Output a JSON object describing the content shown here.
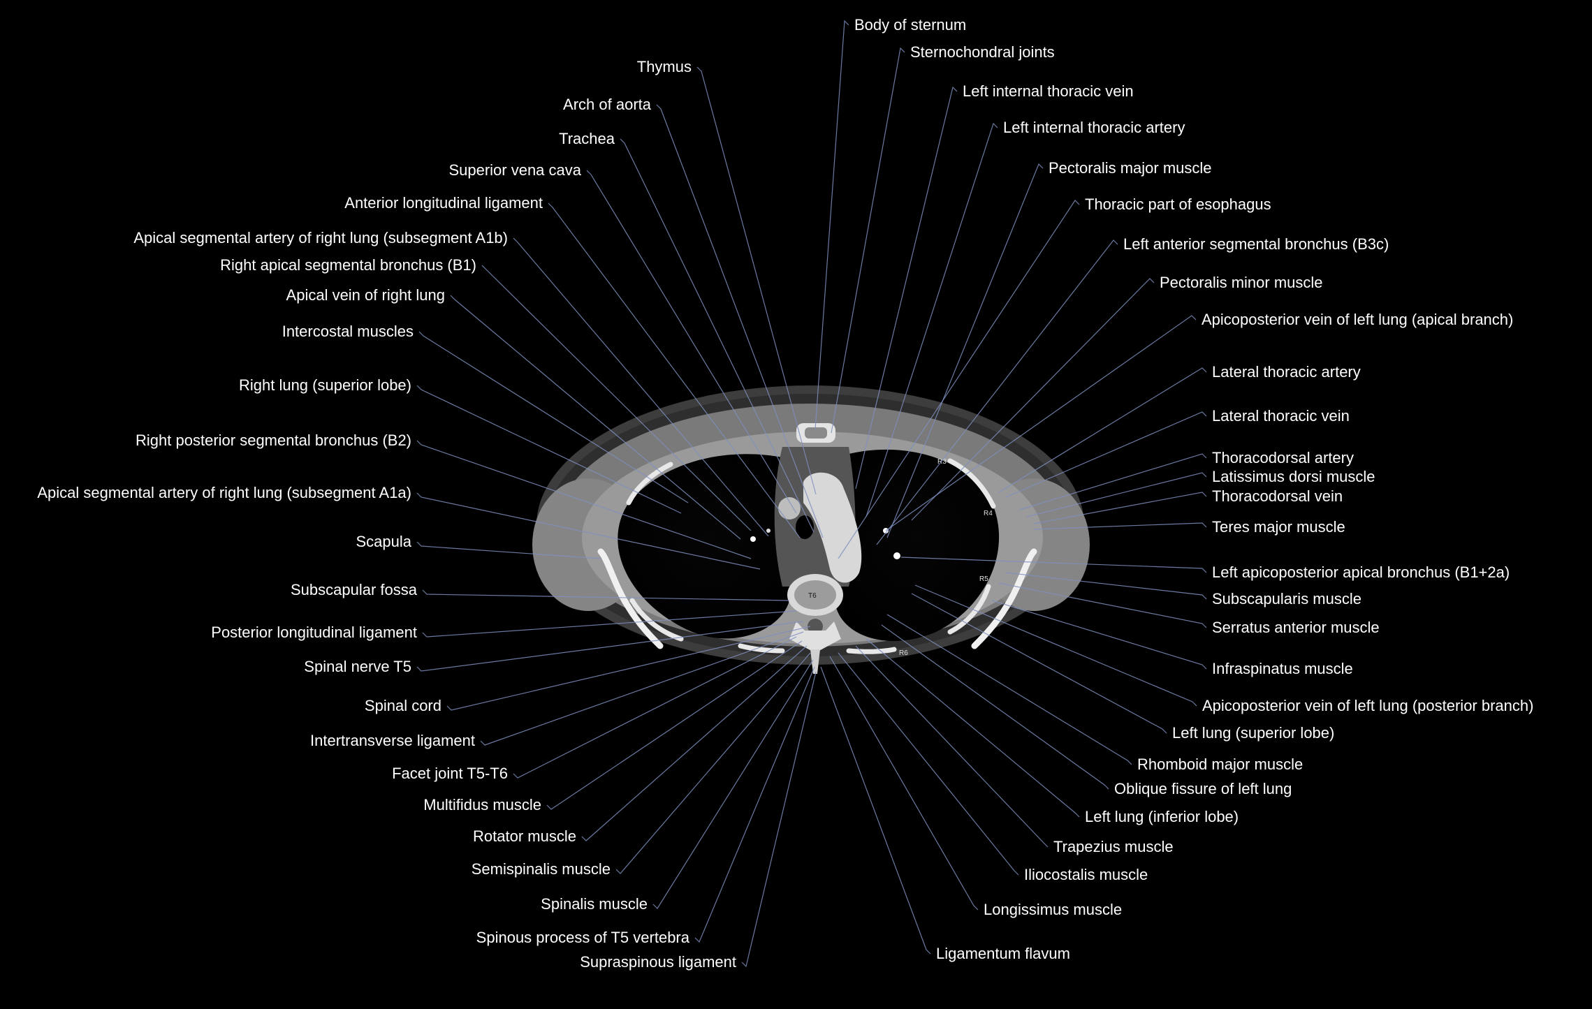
{
  "left_labels": [
    "Thymus",
    "Arch of aorta",
    "Trachea",
    "Superior vena cava",
    "Anterior longitudinal ligament",
    "Apical segmental artery of right lung (subsegment A1b)",
    "Right apical segmental bronchus (B1)",
    "Apical vein of right lung",
    "Intercostal muscles",
    "Right lung (superior lobe)",
    "Right posterior segmental bronchus (B2)",
    "Apical segmental artery of right lung (subsegment A1a)",
    "Scapula",
    "Subscapular fossa",
    "Posterior longitudinal ligament",
    "Spinal nerve T5",
    "Spinal cord",
    "Intertransverse ligament",
    "Facet joint T5-T6",
    "Multifidus muscle",
    "Rotator muscle",
    "Semispinalis muscle",
    "Spinalis muscle",
    "Spinous process of T5 vertebra",
    "Supraspinous ligament"
  ],
  "right_labels": [
    "Body of sternum",
    "Sternochondral joints",
    "Left internal thoracic vein",
    "Left internal thoracic artery",
    "Pectoralis major muscle",
    "Thoracic part of esophagus",
    "Left anterior segmental bronchus (B3c)",
    "Pectoralis minor muscle",
    "Apicoposterior vein of left lung (apical branch)",
    "Lateral thoracic artery",
    "Lateral thoracic vein",
    "Thoracodorsal artery",
    "Latissimus dorsi muscle",
    "Thoracodorsal vein",
    "Teres major muscle",
    "Left apicoposterior apical bronchus (B1+2a)",
    "Subscapularis muscle",
    "Serratus anterior muscle",
    "Infraspinatus muscle",
    "Apicoposterior vein of left lung (posterior branch)",
    "Left lung (superior lobe)",
    "Rhomboid major muscle",
    "Oblique fissure of left lung",
    "Left lung (inferior lobe)",
    "Trapezius muscle",
    "Iliocostalis muscle",
    "Longissimus muscle",
    "Ligamentum flavum"
  ],
  "scan_marks": {
    "vertebra": "T6",
    "rib_left_3": "R3",
    "rib_left_4": "R4",
    "rib_left_5": "R5",
    "rib_left_6": "R6"
  }
}
